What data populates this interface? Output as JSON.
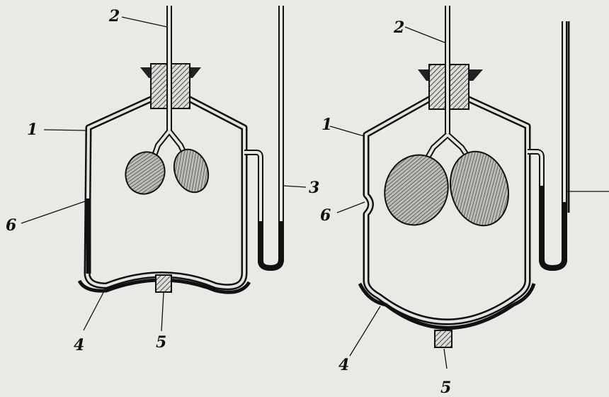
{
  "figure": {
    "diagrams": [
      {
        "id": "left-apparatus",
        "labels": {
          "tube": "2",
          "vessel": "1",
          "membrane": "6",
          "manometer": "3",
          "base": "4",
          "outlet": "5"
        }
      },
      {
        "id": "right-apparatus",
        "labels": {
          "tube": "2",
          "vessel": "1",
          "membrane": "6",
          "base": "4",
          "outlet": "5"
        }
      }
    ]
  }
}
